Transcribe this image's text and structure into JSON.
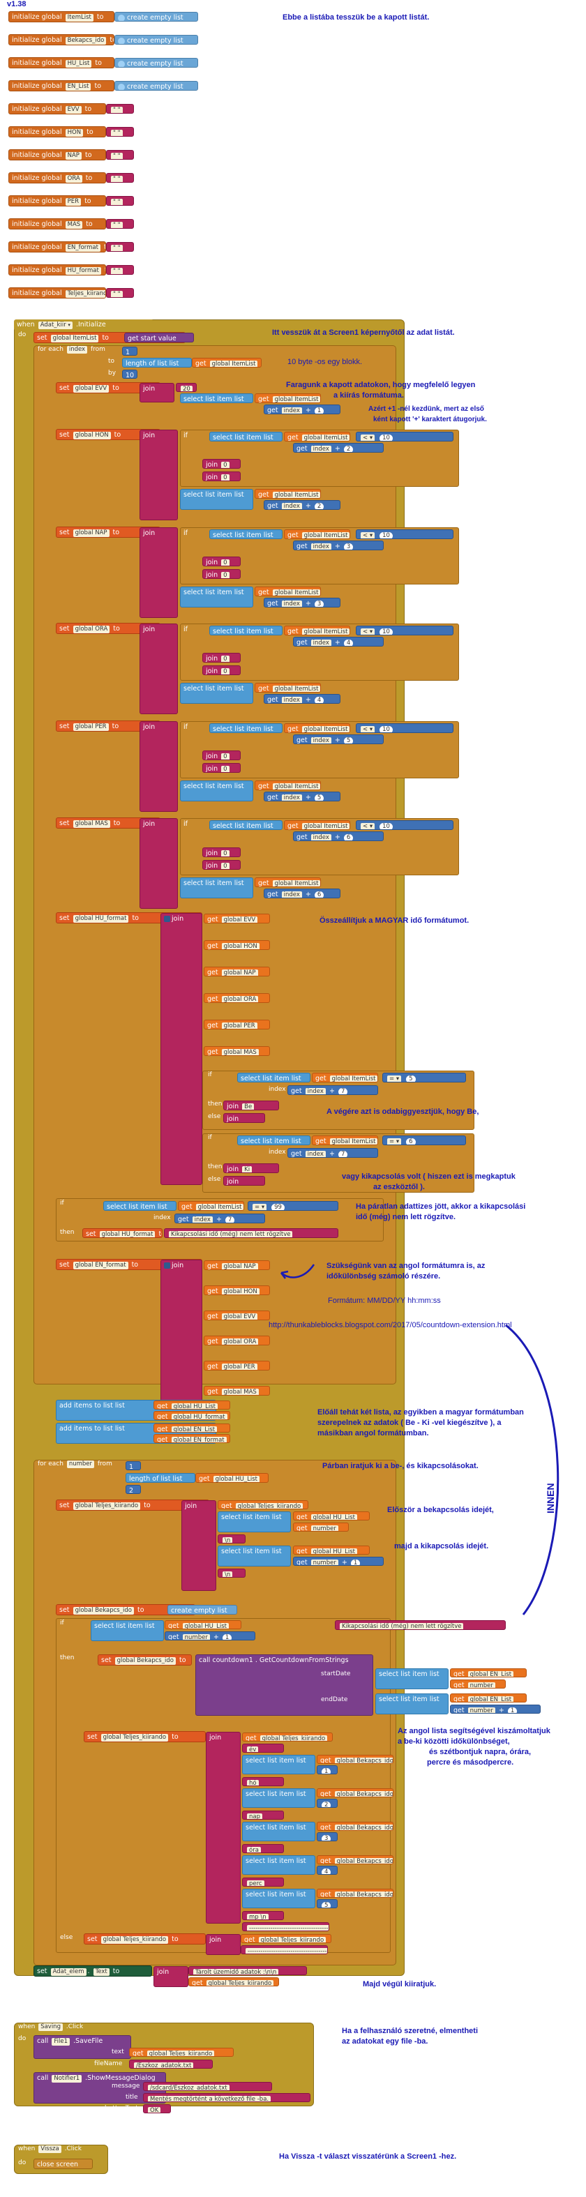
{
  "version": "v1.38",
  "palette": {
    "variable": "#e05a22",
    "list": "#6aa6d6",
    "math": "#3f71b5",
    "text": "#b3255d",
    "control": "#bc9a2b",
    "procedure": "#7b3f8c",
    "annotation": "#1a1ab5"
  },
  "init_blocks": [
    {
      "prefix": "initialize global",
      "name": "ItemList",
      "to": "to",
      "value": "create empty list",
      "kind": "list"
    },
    {
      "prefix": "initialize global",
      "name": "Bekapcs_ido",
      "to": "to",
      "value": "create empty list",
      "kind": "list"
    },
    {
      "prefix": "initialize global",
      "name": "HU_List",
      "to": "to",
      "value": "create empty list",
      "kind": "list"
    },
    {
      "prefix": "initialize global",
      "name": "EN_List",
      "to": "to",
      "value": "create empty list",
      "kind": "list"
    },
    {
      "prefix": "initialize global",
      "name": "EVV",
      "to": "to",
      "value": "\" \"",
      "kind": "text"
    },
    {
      "prefix": "initialize global",
      "name": "HON",
      "to": "to",
      "value": "\" \"",
      "kind": "text"
    },
    {
      "prefix": "initialize global",
      "name": "NAP",
      "to": "to",
      "value": "\" \"",
      "kind": "text"
    },
    {
      "prefix": "initialize global",
      "name": "ORA",
      "to": "to",
      "value": "\" \"",
      "kind": "text"
    },
    {
      "prefix": "initialize global",
      "name": "PER",
      "to": "to",
      "value": "\" \"",
      "kind": "text"
    },
    {
      "prefix": "initialize global",
      "name": "MAS",
      "to": "to",
      "value": "\" \"",
      "kind": "text"
    },
    {
      "prefix": "initialize global",
      "name": "EN_format",
      "to": "to",
      "value": "\" \"",
      "kind": "text"
    },
    {
      "prefix": "initialize global",
      "name": "HU_format",
      "to": "to",
      "value": "\" \"",
      "kind": "text"
    },
    {
      "prefix": "initialize global",
      "name": "Teljes_kiirando",
      "to": "to",
      "value": "\" \"",
      "kind": "text"
    }
  ],
  "labels": {
    "when": "when",
    "do": "do",
    "then": "then",
    "else": "else",
    "set": "set",
    "to": "to",
    "get": "get",
    "join": "join",
    "for_each": "for each",
    "from": "from",
    "by": "by",
    "index": "index",
    "list": "list",
    "item": "item",
    "if": "if",
    "select_list_item": "select list item  list",
    "length_of_list": "length of list  list",
    "add_items": "add items to list  list",
    "get_start_value": "get start value",
    "create_empty_list": "create empty list",
    "call": "call",
    "screen_init": "Adat_kiir",
    "initialize": ".Initialize",
    "startDate": "startDate",
    "endDate": "endDate",
    "countdown_call": "countdown1 . GetCountdownFromStrings",
    "text": "text",
    "fileName": "fileName",
    "message": "message",
    "title": "title",
    "buttonText": "buttonText"
  },
  "values": {
    "n1": "1",
    "n10": "10",
    "n2": "2",
    "n3": "3",
    "n4": "4",
    "n5": "5",
    "n6": "6",
    "n7": "7",
    "n20": "20",
    "n0": "0",
    "n99": "99",
    "lt": "< ▾",
    "eq": "= ▾",
    "plus": "+",
    "be": "Be",
    "ki": "Ki",
    "missing": "Kikapcsolási idő (még) nem lett rögzítve",
    "ev": "év ",
    "honap": "hó ",
    "nap": "nap ",
    "ora": "óra ",
    "perc": "perc ",
    "mp": "mp \\n",
    "dashes": "----------------------------------------",
    "newline": "\\n",
    "target_text": "Tárolt üzemidő adatok :\\n\\n",
    "file_label": "Adat_elem",
    "file_prop": "Text",
    "saving_btn": "Saving",
    "saving_evt": ".Click",
    "file_comp": "File1",
    "file_method": ".SaveFile",
    "file_path": "/Eszkoz_adatok.txt",
    "notifier": "Notifier1",
    "notifier_method": ".ShowMessageDialog",
    "msg": "/sdcard/Eszkoz_adatok.txt",
    "msg_title": "Mentés megtörtént a következő file -ba.",
    "btn_ok": "OK",
    "vissza_btn": "Vissza",
    "vissza_evt": ".Click",
    "close_screen": "close screen",
    "var_item_list": "global ItemList",
    "var_evv": "global EVV",
    "var_hon": "global HON",
    "var_nap": "global NAP",
    "var_ora": "global ORA",
    "var_per": "global PER",
    "var_mas": "global MAS",
    "var_hu": "global HU_format",
    "var_en": "global EN_format",
    "var_hu_list": "global HU_List",
    "var_en_list": "global EN_List",
    "var_teljes": "global Teljes_kiirando",
    "var_bekapcs": "global Bekapcs_ido",
    "var_number": "number",
    "var_index": "index"
  },
  "annotations": {
    "a1": "Ebbe a listába tesszük be a kapott listát.",
    "a2": "Itt vesszük át a Screen1 képernyőtől az adat listát.",
    "a3": "10 byte -os egy blokk.",
    "a4": "Faragunk a kapott adatokon, hogy megfelelő legyen",
    "a4b": "a kiírás formátuma.",
    "a5": "Azért +1 -nél kezdünk, mert az első",
    "a5b": "ként kapott '+' karaktert átugorjuk.",
    "a6": "Összeállítjuk a MAGYAR idő formátumot.",
    "a7": "A végére azt is odabiggyesztjük, hogy Be,",
    "a8": "vagy kikapcsolás volt ( hiszen ezt is megkaptuk",
    "a8b": "az eszköztől ).",
    "a9": "Ha páratlan adattizes jött, akkor a kikapcsolási",
    "a9b": "idő (még) nem lett rögzítve.",
    "a10": "Szükségünk van az angol formátumra is, az",
    "a10b": "időkülönbség számoló részére.",
    "a11": "Formátum: MM/DD/YY hh:mm:ss",
    "a12": "http://thunkableblocks.blogspot.com/2017/05/countdown-extension.html",
    "a13": "Előáll tehát két lista, az egyikben a magyar formátumban",
    "a13b": "szerepelnek az adatok ( Be - Ki -vel kiegészítve ), a",
    "a13c": "másikban angol formátumban.",
    "a14": "Párban iratjuk ki a be-, és kikapcsolásokat.",
    "a15": "Először a bekapcsolás idejét,",
    "a16": "majd a kikapcsolás idejét.",
    "a17": "INNEN",
    "a18": "Az angol lista segítségével kiszámoltatjuk",
    "a18b": "a be-ki közötti időkülönbséget,",
    "a18c": "és szétbontjuk napra, órára,",
    "a18d": "percre és másodpercre.",
    "a19": "Majd végül kiiratjuk.",
    "a20": "Ha a felhasználó szeretné, elmentheti",
    "a20b": "az adatokat egy file -ba.",
    "a21": "Ha Vissza -t választ visszatérünk a Screen1 -hez."
  }
}
